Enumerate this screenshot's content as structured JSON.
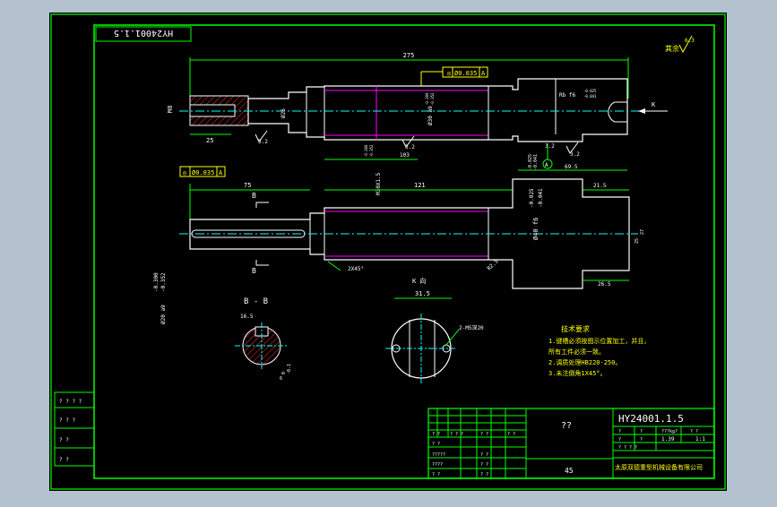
{
  "colors": {
    "frame_bg": "#b4c2d0",
    "sheet_bg": "#000000",
    "border": "#00ff00",
    "outline": "#ffffff",
    "dimension": "#00ff00",
    "text_yellow": "#ffff00",
    "centerline": "#00ffff",
    "magenta": "#ff00ff",
    "hatch": "#ff3030"
  },
  "drawing_number_mirrored": "HY24001.1.5",
  "roughness_note": {
    "label": "其余",
    "value": "6.3"
  },
  "view_top": {
    "overall_length": "275",
    "tolerance_frame": [
      "◎",
      "Ø0.035",
      "A"
    ],
    "thread": "M8",
    "left_dim": "25",
    "dia_26": "Ø26",
    "dia_30": "Ø30 a9",
    "dia_30_tol": [
      "-0.300",
      "-0.352"
    ],
    "spline": "M30X1.5",
    "spline_tol": [
      "-0.300",
      "-0.352"
    ],
    "dim_103": "103",
    "rb": "Rb f6",
    "rb_tol": [
      "-0.025",
      "-0.041"
    ],
    "tol_under": [
      "-0.025",
      "-0.041"
    ],
    "datum_a": "A",
    "dim_695": "69.5",
    "view_arrow": "K",
    "rough_32": [
      "3.2",
      "3.2",
      "3.2",
      "3.2"
    ]
  },
  "view_mid": {
    "tolerance_frame": [
      "◎",
      "Ø0.035",
      "A"
    ],
    "dim_75": "75",
    "dim_121": "121",
    "dim_215": "21.5",
    "dim_265": "26.5",
    "dim_27": "27",
    "dim_25": "25",
    "dia_40": "Ø40 f6",
    "dia_40_tol": [
      "-0.025",
      "-0.041"
    ],
    "chamfer": "2X45°",
    "r_label": "R2.5",
    "dia_left": "Ø20 a9",
    "dia_left_tol": [
      "-0.300",
      "-0.352"
    ],
    "section_b_top": "B",
    "section_b_bottom": "B"
  },
  "section_bb": {
    "title": "B - B",
    "width": "16.5",
    "tol": [
      "0",
      "-0.1"
    ],
    "small": "6"
  },
  "view_k": {
    "title": "K 向",
    "dim": "31.5",
    "holes": "2-M5深20"
  },
  "tech_requirements": {
    "title": "技术要求",
    "lines": [
      "1.键槽必须按图示位置加工，并且，",
      "所有工件必须一致。",
      "2.调质处理HB220-250。",
      "3.未注倒角1X45°。"
    ]
  },
  "title_block": {
    "name": "??",
    "number": "HY24001.1.5",
    "material": "45",
    "company": "太原双德重型机械设备有限公司",
    "weight_label": "???kg?",
    "scale_label": "? ?",
    "weight": "1.39",
    "scale": "1:1",
    "cells": [
      "?",
      "?",
      "?",
      "?",
      "? ? ? ?",
      "? ?",
      "? ? ?",
      "? ?",
      "? ?",
      "? ?",
      "?????",
      "? ?",
      "????",
      "? ?",
      "? ?",
      "? ?"
    ]
  },
  "side_table": {
    "rows": [
      "? ? ? ?",
      "? ? ?",
      "?    ?",
      "?    ?"
    ]
  }
}
